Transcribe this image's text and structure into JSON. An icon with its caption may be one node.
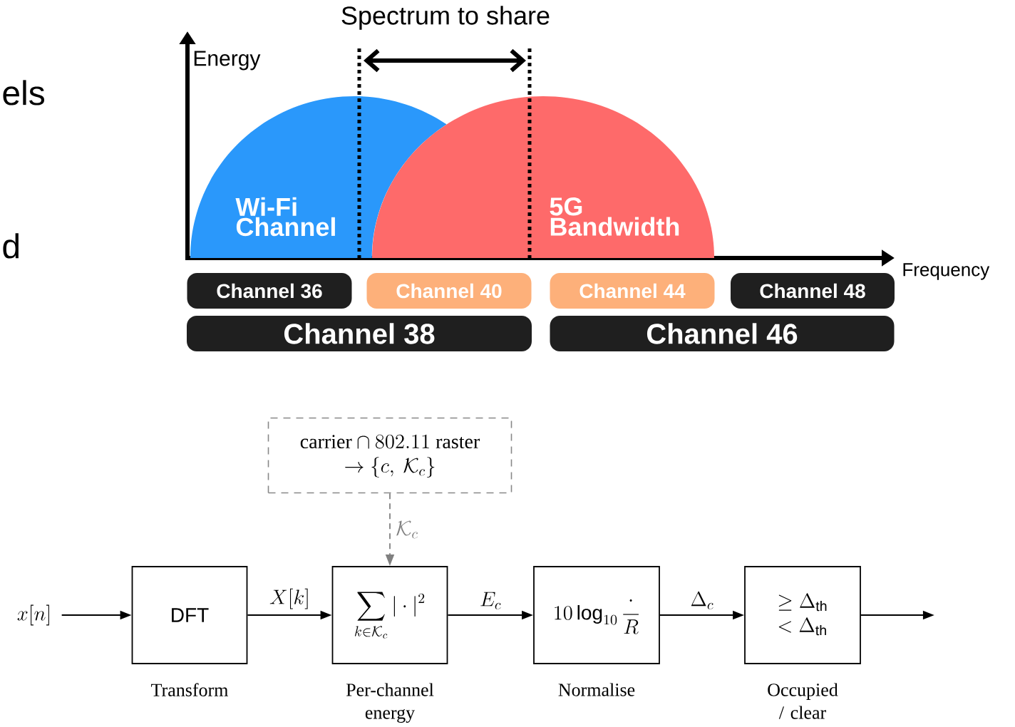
{
  "diagram": {
    "nodes": [
      {
        "text": [
          "Wi-Fi Channel"
        ]
      },
      {
        "text": [
          "5G Bandwidth"
        ]
      },
      {
        "text": [
          "Channel 36"
        ]
      },
      {
        "text": [
          "Channel 40"
        ]
      },
      {
        "text": [
          "Channel 44"
        ]
      },
      {
        "text": [
          "Channel 48"
        ]
      },
      {
        "text": [
          "Channel 38"
        ]
      },
      {
        "text": [
          "Channel 46"
        ]
      },
      {
        "text": [
          "\\begin{array}{c}\\text{carrier}\\cap 802.11\\ \\text{raster}\\\\ \\to\\{c,\\ \\mathcal{K}_c\\}\\end{array}"
        ]
      },
      {
        "text": [
          "x[n]"
        ]
      },
      {
        "text": [
          "\\mathrm{DFT}"
        ],
        "beside": [
          "Transform"
        ]
      },
      {
        "text": [
          "\\sum_{k\\in\\mathcal{K}_c}|\\cdot|^2"
        ],
        "beside": [
          "Per-channel energy"
        ]
      },
      {
        "text": [
          "10\\log_{10}\\frac{\\cdot}{R}"
        ],
        "beside": [
          "Normalise"
        ]
      },
      {
        "text": [
          "\\begin{array}{l}\\geq\\Delta_{\\mathrm{th}}\\\\ <\\Delta_{\\mathrm{th}}\\end{array}"
        ],
        "beside": [
          "Occupied / clear"
        ]
      }
    ],
    "edges": [
      {
        "from": 9,
        "to": 10,
        "arrow": "to"
      },
      {
        "from": 10,
        "to": 11,
        "arrow": "to",
        "label": "X[k]"
      },
      {
        "from": 11,
        "to": 12,
        "arrow": "to",
        "label": "E_c"
      },
      {
        "from": 12,
        "to": 13,
        "arrow": "to",
        "label": "\\Delta_c"
      },
      {
        "from": 13,
        "to": null,
        "arrow": "to"
      },
      {
        "from": 8,
        "to": 11,
        "arrow": "to",
        "label": "\\mathcal{K}_c",
        "style": "dashed",
        "color": "#808080"
      }
    ],
    "labels": [
      "Spectrum to share",
      "Energy",
      "Frequency",
      "els",
      "d"
    ]
  }
}
